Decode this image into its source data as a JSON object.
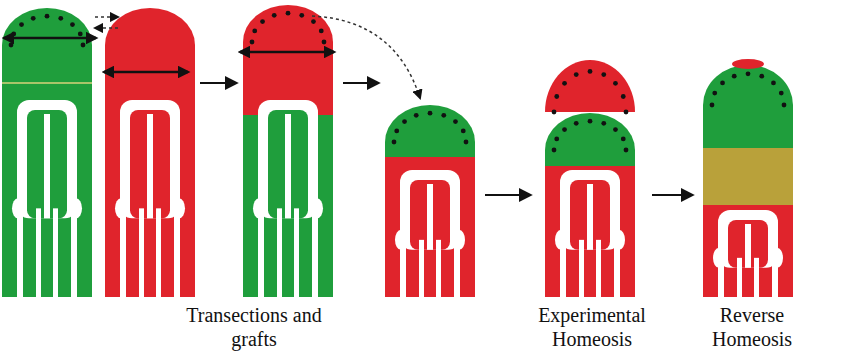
{
  "diagram": {
    "labels": [
      "Transections and grafts",
      "Experimental Homeosis",
      "Reverse Homeosis"
    ]
  }
}
